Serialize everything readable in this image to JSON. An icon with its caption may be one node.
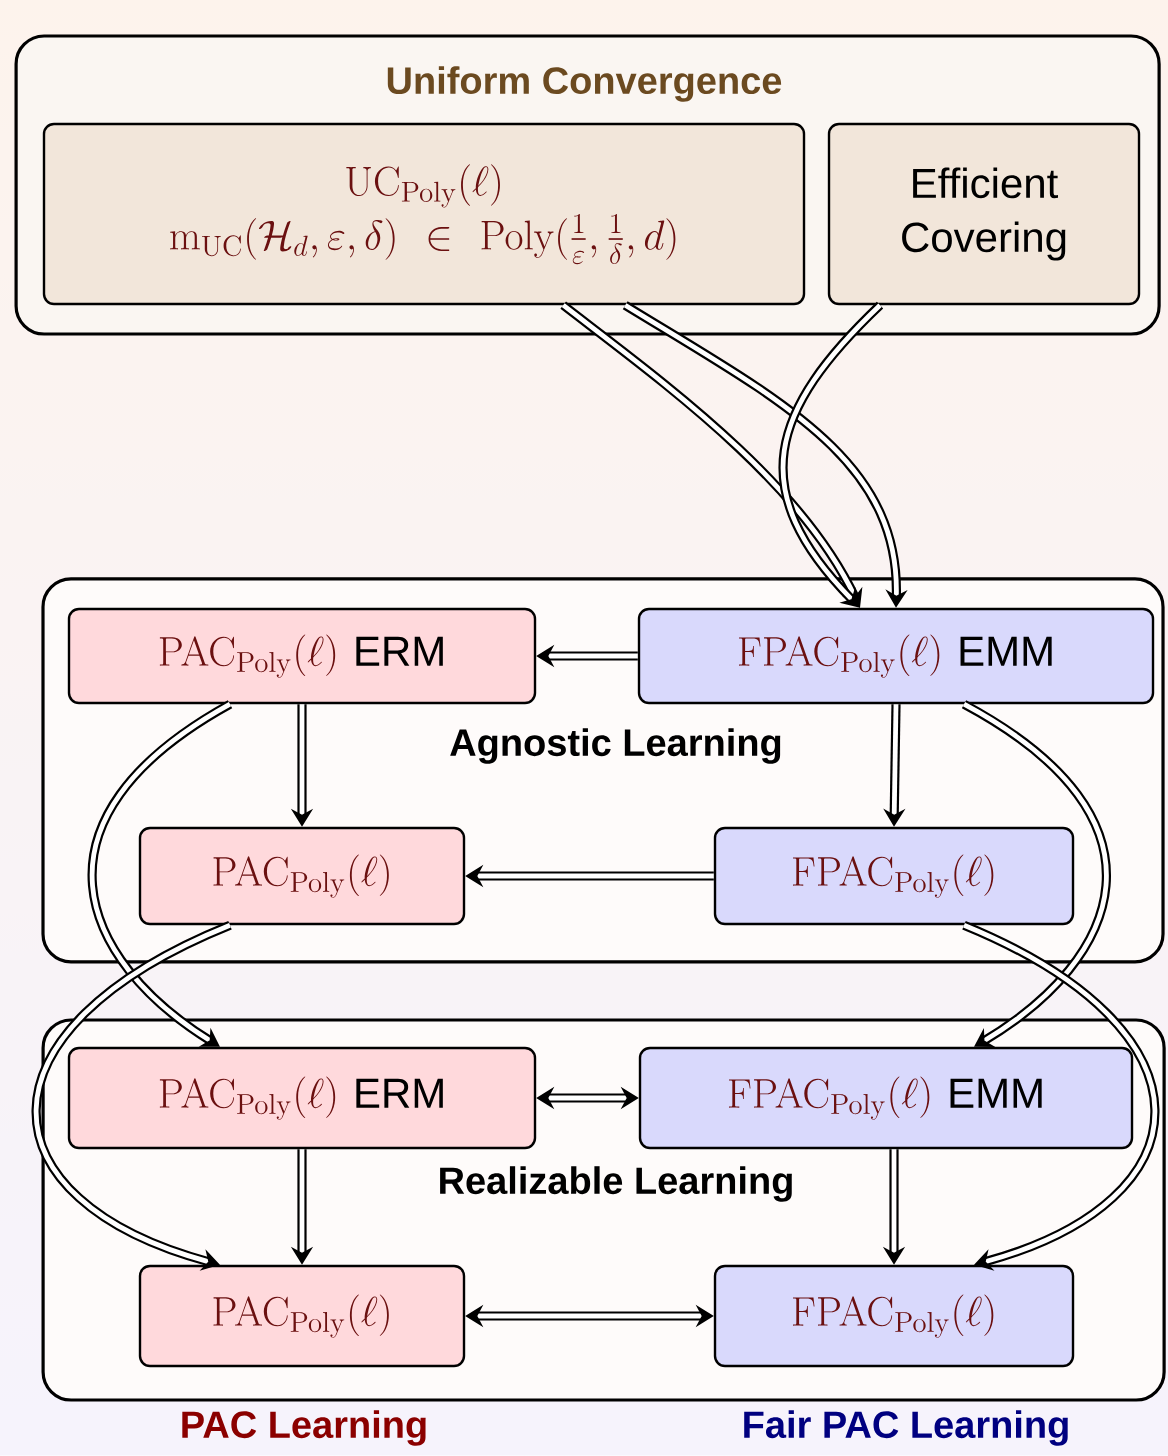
{
  "diagram": {
    "nodes": [
      {
        "text": [
          "Uniform Convergence"
        ]
      },
      {
        "text": [
          "\\mathrm{UC}_{\\mathrm{Poly}}(\\ell)",
          "\\mathrm{m}_{\\mathrm{UC}}(\\mathcal{H}_d,\\varepsilon,\\delta)\\in\\mathrm{Poly}(\\tfrac{1}{\\varepsilon},\\tfrac{1}{\\delta},d)"
        ],
        "in": 0
      },
      {
        "text": [
          "Efficient Covering"
        ],
        "in": 0
      },
      {
        "text": [
          "Agnostic Learning"
        ]
      },
      {
        "text": [
          "\\mathrm{PAC}_{\\mathrm{Poly}}(\\ell)",
          "ERM"
        ],
        "in": 3
      },
      {
        "text": [
          "\\mathrm{FPAC}_{\\mathrm{Poly}}(\\ell)",
          "EMM"
        ],
        "in": 3
      },
      {
        "text": [
          "\\mathrm{PAC}_{\\mathrm{Poly}}(\\ell)"
        ],
        "in": 3
      },
      {
        "text": [
          "\\mathrm{FPAC}_{\\mathrm{Poly}}(\\ell)"
        ],
        "in": 3
      },
      {
        "text": [
          "Realizable Learning"
        ]
      },
      {
        "text": [
          "\\mathrm{PAC}_{\\mathrm{Poly}}(\\ell)",
          "ERM"
        ],
        "in": 8
      },
      {
        "text": [
          "\\mathrm{FPAC}_{\\mathrm{Poly}}(\\ell)",
          "EMM"
        ],
        "in": 8
      },
      {
        "text": [
          "\\mathrm{PAC}_{\\mathrm{Poly}}(\\ell)"
        ],
        "in": 8
      },
      {
        "text": [
          "\\mathrm{FPAC}_{\\mathrm{Poly}}(\\ell)"
        ],
        "in": 8
      }
    ],
    "edges": [
      {
        "from": 1,
        "to": 5,
        "arrow": "to"
      },
      {
        "from": 1,
        "to": 5,
        "arrow": "to"
      },
      {
        "from": 2,
        "to": 5,
        "arrow": "to"
      },
      {
        "from": 5,
        "to": 4,
        "arrow": "to"
      },
      {
        "from": 4,
        "to": 6,
        "arrow": "to"
      },
      {
        "from": 5,
        "to": 7,
        "arrow": "to"
      },
      {
        "from": 7,
        "to": 6,
        "arrow": "to"
      },
      {
        "from": 4,
        "to": 9,
        "arrow": "to"
      },
      {
        "from": 6,
        "to": 11,
        "arrow": "to"
      },
      {
        "from": 5,
        "to": 10,
        "arrow": "to"
      },
      {
        "from": 7,
        "to": 12,
        "arrow": "to"
      },
      {
        "from": 9,
        "to": 10,
        "arrow": "both"
      },
      {
        "from": 9,
        "to": 11,
        "arrow": "to"
      },
      {
        "from": 10,
        "to": 12,
        "arrow": "to"
      },
      {
        "from": 11,
        "to": 12,
        "arrow": "both"
      }
    ],
    "labels": [
      "PAC Learning",
      "Fair PAC Learning"
    ]
  }
}
